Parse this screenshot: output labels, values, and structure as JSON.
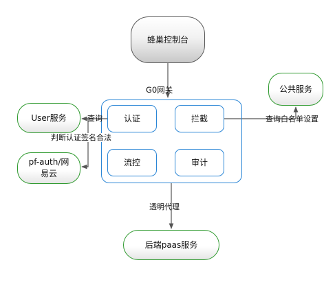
{
  "nodes": {
    "console": "蜂巢控制台",
    "gateway_title": "G0网关",
    "auth": "认证",
    "intercept": "拦截",
    "flow_control": "流控",
    "audit": "审计",
    "user_service": "User服务",
    "pf_auth": "pf-auth/网易云",
    "public_service": "公共服务",
    "backend": "后端paas服务"
  },
  "edges": {
    "query": "查询",
    "judge_signature": "判断认证签名合法",
    "query_whitelist": "查询白名单设置",
    "transparent_proxy": "透明代理"
  },
  "colors": {
    "gateway_border": "#2b86d6",
    "service_border": "#2f9a2f",
    "connector": "#555555"
  }
}
